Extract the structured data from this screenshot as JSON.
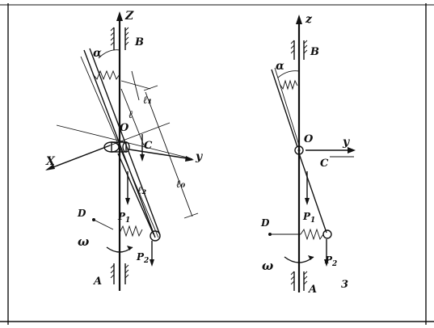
{
  "left_figure": {
    "z": "Z",
    "b": "B",
    "alpha": "α",
    "l1": "ℓ₁",
    "l": "ℓ",
    "o": "O",
    "c": "C",
    "x": "X",
    "y": "y",
    "l2": "ℓ₂",
    "l0": "ℓ₀",
    "d": "D",
    "p1": "P",
    "p1_sub": "1",
    "omega": "ω",
    "p2": "P",
    "p2_sub": "2",
    "a": "A"
  },
  "right_figure": {
    "z": "z",
    "b": "B",
    "alpha": "α",
    "o": "O",
    "y": "y",
    "c": "C",
    "d": "D",
    "p1": "P",
    "p1_sub": "1",
    "p2": "P",
    "p2_sub": "2",
    "omega": "ω",
    "a": "A",
    "number": "3"
  }
}
